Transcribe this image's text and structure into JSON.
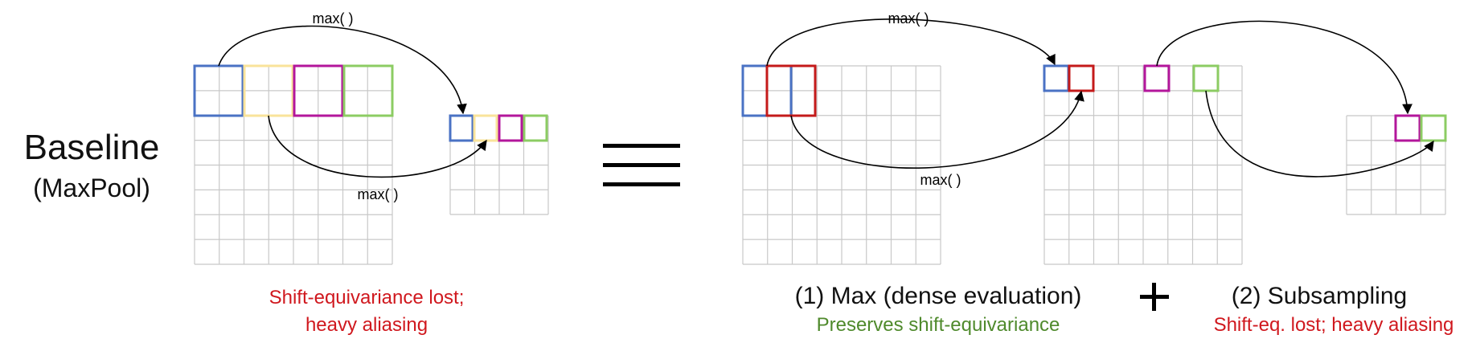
{
  "baseline": {
    "title": "Baseline",
    "subtitle": "(MaxPool)",
    "max_top": "max( )",
    "max_bottom": "max( )",
    "caption_line1": "Shift-equivariance lost;",
    "caption_line2": "heavy aliasing"
  },
  "dense": {
    "max_top": "max( )",
    "max_bottom": "max( )",
    "caption": "(1) Max (dense evaluation)",
    "note": "Preserves shift-equivariance"
  },
  "subsample": {
    "caption": "(2) Subsampling",
    "note": "Shift-eq. lost; heavy aliasing"
  },
  "colors": {
    "blue": "#4a72c4",
    "yellow": "#f9e39a",
    "magenta": "#b3169b",
    "green": "#8ccc63",
    "red": "#c41a1a",
    "caption_red": "#d0181e",
    "note_green": "#4f8a2c",
    "grid": "#c8c8c8"
  }
}
